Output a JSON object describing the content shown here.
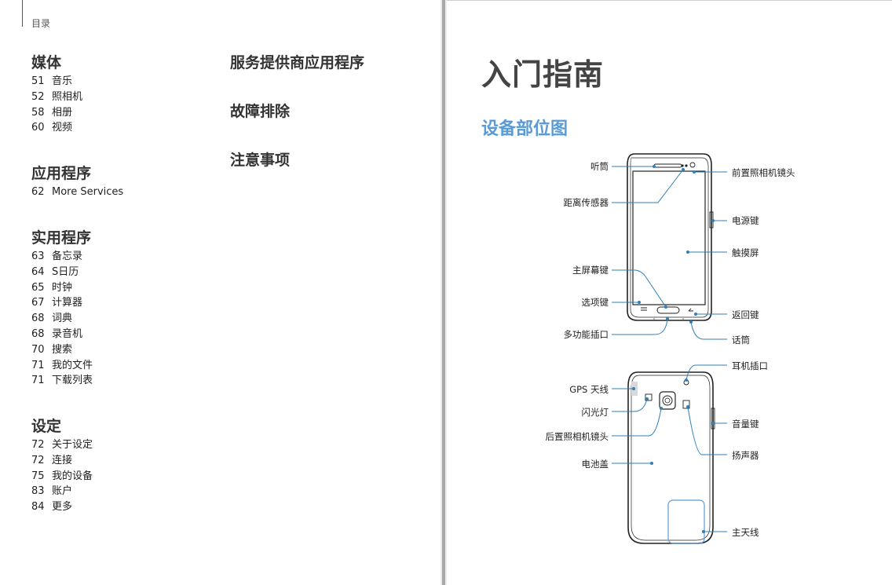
{
  "header": {
    "label": "目录"
  },
  "toc": {
    "media": {
      "title": "媒体",
      "items": [
        {
          "page": "51",
          "label": "音乐"
        },
        {
          "page": "52",
          "label": "照相机"
        },
        {
          "page": "58",
          "label": "相册"
        },
        {
          "page": "60",
          "label": "视频"
        }
      ]
    },
    "apps": {
      "title": "应用程序",
      "items": [
        {
          "page": "62",
          "label": "More Services"
        }
      ]
    },
    "utilities": {
      "title": "实用程序",
      "items": [
        {
          "page": "63",
          "label": "备忘录"
        },
        {
          "page": "64",
          "label": "S日历"
        },
        {
          "page": "65",
          "label": "时钟"
        },
        {
          "page": "67",
          "label": "计算器"
        },
        {
          "page": "68",
          "label": "词典"
        },
        {
          "page": "68",
          "label": "录音机"
        },
        {
          "page": "70",
          "label": "搜索"
        },
        {
          "page": "71",
          "label": "我的文件"
        },
        {
          "page": "71",
          "label": "下载列表"
        }
      ]
    },
    "settings": {
      "title": "设定",
      "items": [
        {
          "page": "72",
          "label": "关于设定"
        },
        {
          "page": "72",
          "label": "连接"
        },
        {
          "page": "75",
          "label": "我的设备"
        },
        {
          "page": "83",
          "label": "账户"
        },
        {
          "page": "84",
          "label": "更多"
        }
      ]
    },
    "provider_apps": {
      "title": "服务提供商应用程序"
    },
    "troubleshooting": {
      "title": "故障排除"
    },
    "precautions": {
      "title": "注意事项"
    }
  },
  "right_page": {
    "title": "入门指南",
    "subtitle": "设备部位图"
  },
  "front_labels": {
    "earpiece": "听筒",
    "proximity_sensor": "距离传感器",
    "home_key": "主屏幕键",
    "menu_key": "选项键",
    "multipurpose_jack": "多功能插口",
    "front_camera": "前置照相机镜头",
    "power_key": "电源键",
    "touchscreen": "触摸屏",
    "back_key": "返回键",
    "microphone": "话筒"
  },
  "back_labels": {
    "gps_antenna": "GPS 天线",
    "flash": "闪光灯",
    "rear_camera": "后置照相机镜头",
    "battery_cover": "电池盖",
    "headset_jack": "耳机插口",
    "volume_key": "音量键",
    "speaker": "扬声器",
    "main_antenna": "主天线"
  },
  "colors": {
    "accent": "#5b9bd5",
    "callout": "#2f7fb8",
    "heading": "#444444"
  }
}
